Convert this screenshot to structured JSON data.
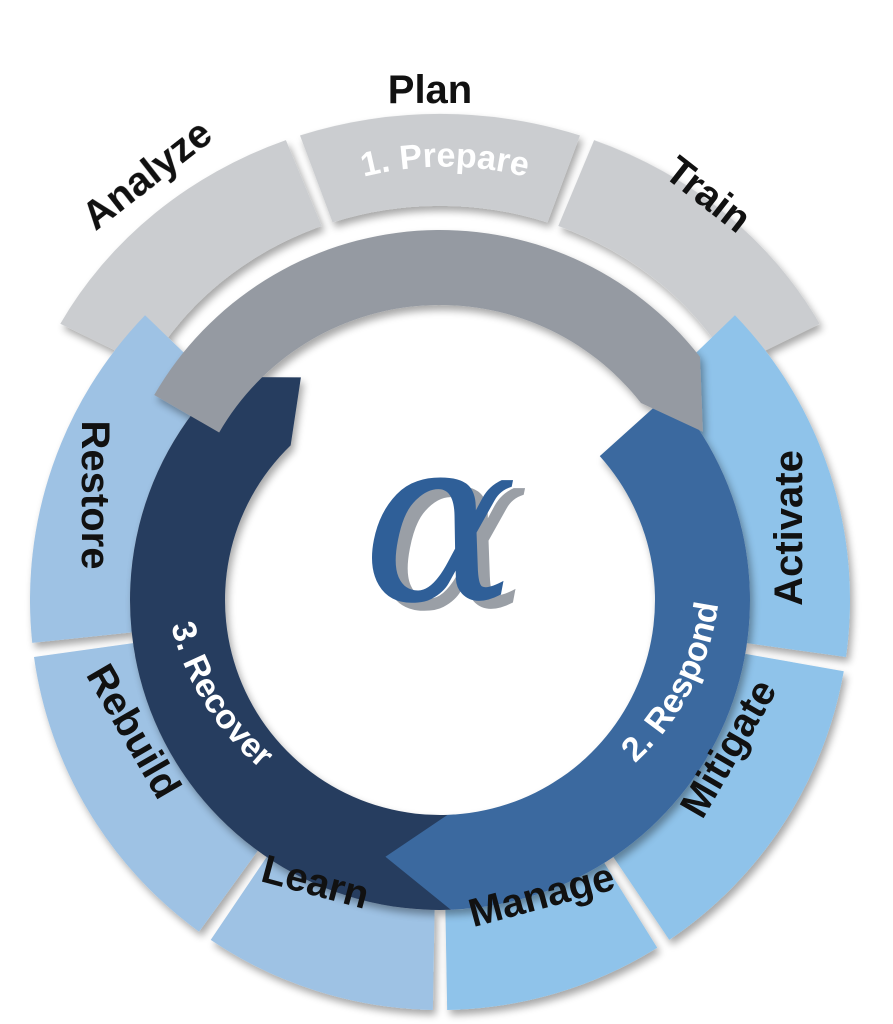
{
  "center": {
    "symbol": "α"
  },
  "phases": {
    "prepare": {
      "label": "1. Prepare",
      "color": "#959aa2"
    },
    "respond": {
      "label": "2. Respond",
      "color": "#3a699f"
    },
    "recover": {
      "label": "3. Recover",
      "color": "#273d5e"
    }
  },
  "segments": {
    "analyze": {
      "label": "Analyze",
      "color": "#cbcdd0"
    },
    "plan": {
      "label": "Plan",
      "color": "#cbcdd0"
    },
    "train": {
      "label": "Train",
      "color": "#cbcdd0"
    },
    "activate": {
      "label": "Activate",
      "color": "#8fc3ea"
    },
    "mitigate": {
      "label": "Mitigate",
      "color": "#8fc3ea"
    },
    "manage": {
      "label": "Manage",
      "color": "#8fc3ea"
    },
    "learn": {
      "label": "Learn",
      "color": "#9ec2e4"
    },
    "rebuild": {
      "label": "Rebuild",
      "color": "#9ec2e4"
    },
    "restore": {
      "label": "Restore",
      "color": "#9ec2e4"
    }
  }
}
